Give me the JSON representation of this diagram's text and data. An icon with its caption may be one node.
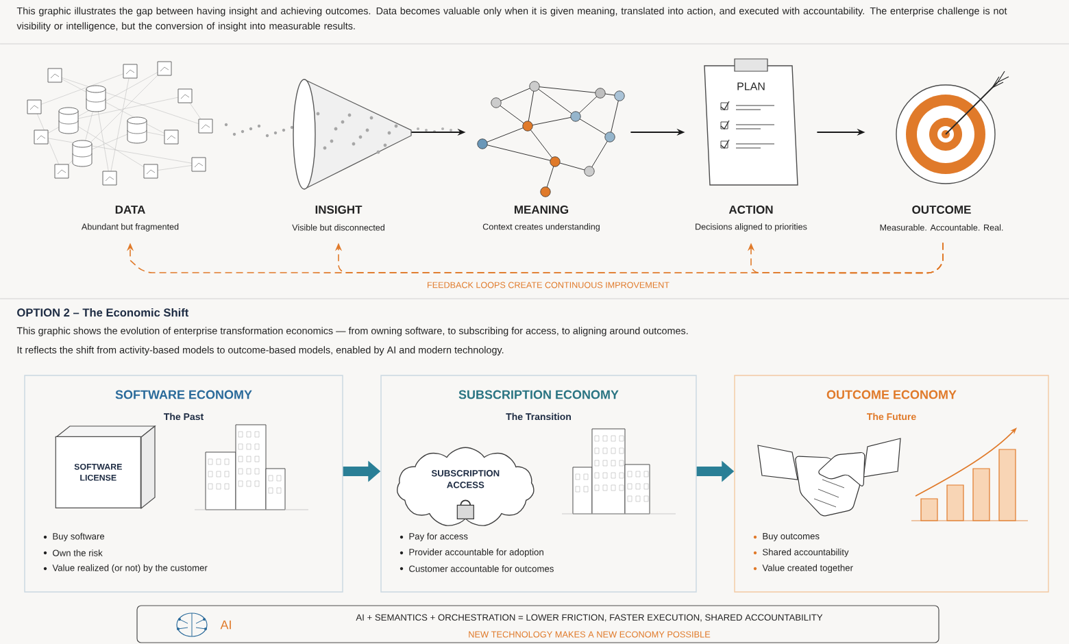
{
  "diagram": {
    "title": "OPTION 2 – The Economic Shift",
    "nodes": [
      {
        "text": [
          "DATA",
          "Abundant but fragmented"
        ]
      },
      {
        "text": [
          "INSIGHT",
          "Visible but disconnected"
        ]
      },
      {
        "text": [
          "MEANING",
          "Context creates understanding"
        ]
      },
      {
        "text": [
          "ACTION",
          "Decisions aligned to priorities"
        ]
      },
      {
        "text": [
          "OUTCOME",
          "Measurable. Accountable. Real."
        ]
      },
      {
        "text": [
          "SOFTWARE ECONOMY",
          "The Past",
          "Buy software",
          "Own the risk",
          "Value realized (or not) by the customer"
        ]
      },
      {
        "text": [
          "SOFTWARE LICENSE"
        ],
        "in": 5
      },
      {
        "text": [
          "SUBSCRIPTION ECONOMY",
          "The Transition",
          "Pay for access",
          "Provider accountable for adoption",
          "Customer accountable for outcomes"
        ]
      },
      {
        "text": [
          "SUBSCRIPTION ACCESS"
        ],
        "in": 7
      },
      {
        "text": [
          "OUTCOME ECONOMY",
          "The Future",
          "Buy outcomes",
          "Shared accountability",
          "Value created together"
        ]
      },
      {
        "text": [
          "AI",
          "AI + SEMANTICS + ORCHESTRATION = LOWER FRICTION, FASTER EXECUTION, SHARED ACCOUNTABILITY",
          "NEW TECHNOLOGY MAKES A NEW ECONOMY POSSIBLE"
        ]
      }
    ],
    "edges": [
      {
        "from": 1,
        "to": 2,
        "arrow": "to"
      },
      {
        "from": 2,
        "to": 3,
        "arrow": "to"
      },
      {
        "from": 3,
        "to": 4,
        "arrow": "to"
      },
      {
        "from": 4,
        "to": 0,
        "arrow": "to",
        "style": "dashed",
        "color": "#e07a2a",
        "label": "FEEDBACK LOOPS CREATE CONTINUOUS IMPROVEMENT"
      },
      {
        "from": 4,
        "to": 1,
        "arrow": "to",
        "style": "dashed",
        "color": "#e07a2a"
      },
      {
        "from": 4,
        "to": 3,
        "arrow": "to",
        "style": "dashed",
        "color": "#e07a2a"
      },
      {
        "from": 5,
        "to": 7,
        "arrow": "to",
        "style": "thick",
        "color": "#2a7f96"
      },
      {
        "from": 7,
        "to": 9,
        "arrow": "to",
        "style": "thick",
        "color": "#2a7f96"
      }
    ],
    "labels": [
      "This graphic illustrates the gap between having insight and achieving outcomes. Data becomes valuable only when it is given meaning, translated into action, and executed with accountability.  The enterprise challenge is not visibility or intelligence, but the conversion of insight into measurable results.",
      "PLAN",
      "This graphic shows the evolution of enterprise transformation economics — from owning software, to subscribing for access, to aligning around outcomes.",
      "It reflects the shift from activity-based models to outcome-based models, enabled by AI and modern technology."
    ]
  }
}
